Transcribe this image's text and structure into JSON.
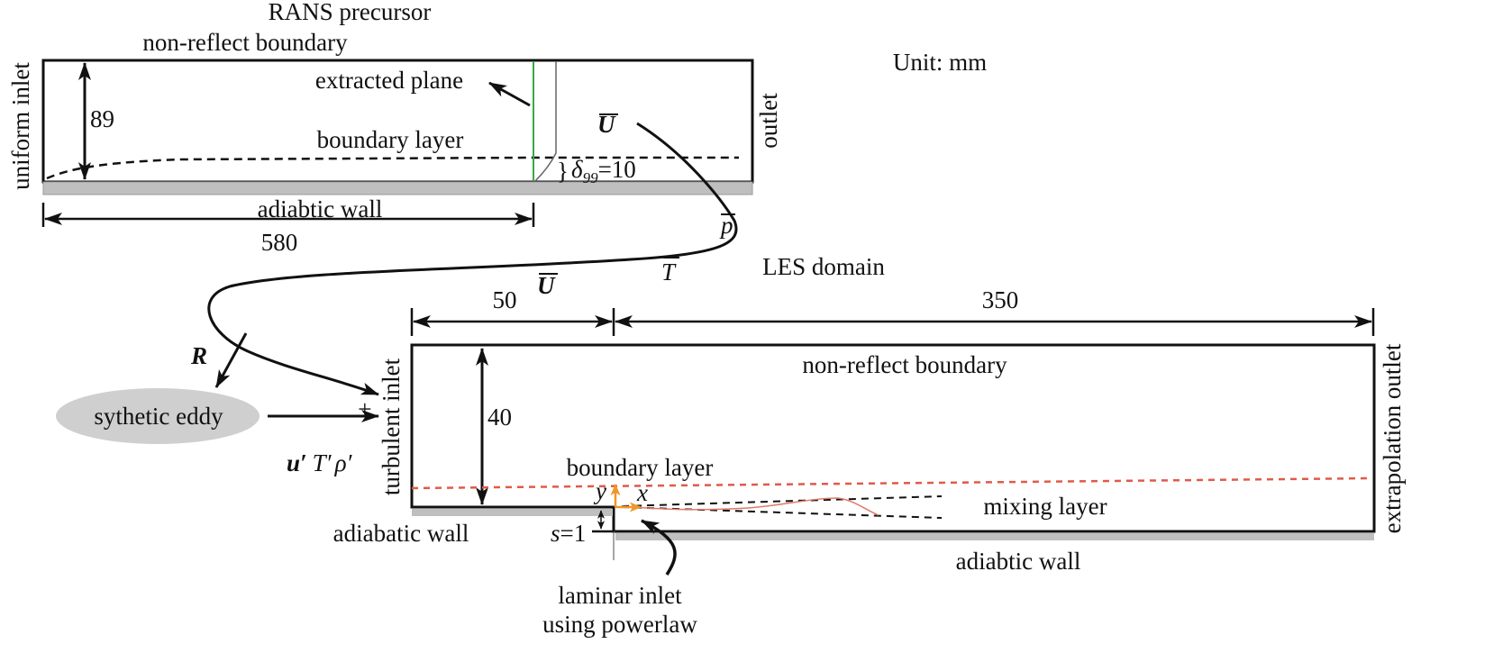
{
  "figure": {
    "unit_note": "Unit: mm",
    "colors": {
      "line": "#111111",
      "wall": "#bfbfbf",
      "extracted_plane": "#3aa84a",
      "les_boundary_layer": "#e05a4a",
      "axes": "#f0962a",
      "eddy_fill": "#cfcfcf"
    }
  },
  "rans": {
    "title": "RANS precursor",
    "top_label": "non-reflect boundary",
    "inlet_label": "uniform inlet",
    "outlet_label": "outlet",
    "wall_label": "adiabtic wall",
    "height_dim": "89",
    "length_dim": "580",
    "plane_label": "extracted plane",
    "bl_label": "boundary layer",
    "delta_symbol": "δ",
    "delta_sub": "99",
    "delta_value": "=10",
    "ubar": "U"
  },
  "transfer": {
    "pbar": "p",
    "tbar": "T",
    "ubar": "U",
    "r_label": "R",
    "fluct_u": "u′",
    "fluct_t": "T′",
    "fluct_rho": "ρ′",
    "plus": "+",
    "eddy_label": "sythetic eddy"
  },
  "les": {
    "title": "LES domain",
    "top_label": "non-reflect boundary",
    "inlet_label": "turbulent inlet",
    "outlet_label": "extrapolation outlet",
    "upper_wall_label": "adiabatic wall",
    "lower_wall_label": "adiabtic wall",
    "dim_upstream": "50",
    "dim_downstream": "350",
    "height_dim": "40",
    "step_label_s": "s",
    "step_label_val": "=1",
    "bl_label": "boundary layer",
    "mixing_label": "mixing layer",
    "axis_x": "x",
    "axis_y": "y",
    "laminar_line1": "laminar inlet",
    "laminar_line2": "using powerlaw"
  }
}
